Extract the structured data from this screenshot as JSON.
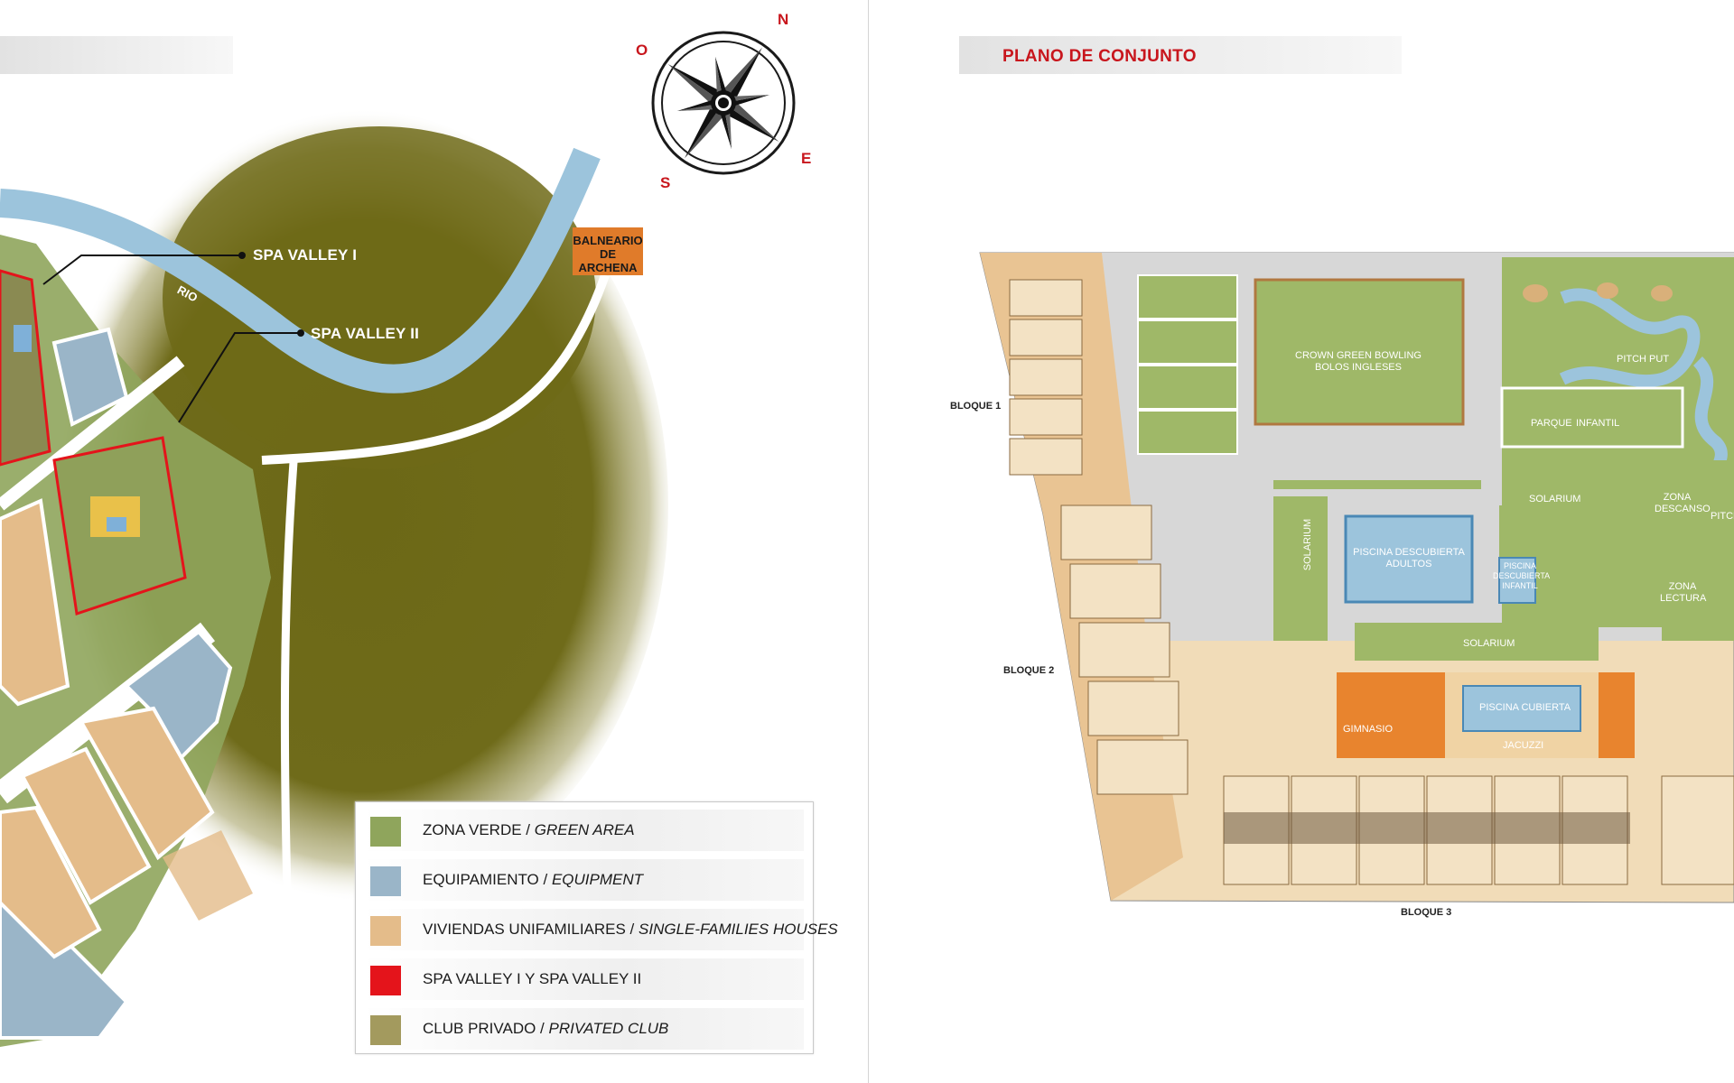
{
  "left_panel": {
    "title": "",
    "compass": {
      "north": "N",
      "south": "S",
      "east": "E",
      "west": "O"
    },
    "map_labels": {
      "spa_valley_1": "SPA VALLEY I",
      "spa_valley_2": "SPA VALLEY II",
      "river": "RIO",
      "balneario_line1": "BALNEARIO",
      "balneario_line2": "DE ARCHENA"
    },
    "legend": [
      {
        "label": "ZONA VERDE / ",
        "label_en": "GREEN AREA",
        "color": "#8fa55c"
      },
      {
        "label": "EQUIPAMIENTO / ",
        "label_en": "EQUIPMENT",
        "color": "#9ab5c8"
      },
      {
        "label": "VIVIENDAS UNIFAMILIARES / ",
        "label_en": "SINGLE-FAMILIES HOUSES",
        "color": "#e4bc8a"
      },
      {
        "label": "SPA VALLEY I Y SPA VALLEY II",
        "label_en": "",
        "color": "#e4141b"
      },
      {
        "label": "CLUB PRIVADO / ",
        "label_en": "PRIVATED CLUB",
        "color": "#a39a5e"
      }
    ]
  },
  "right_panel": {
    "title": "PLANO DE CONJUNTO",
    "blocks": {
      "bloque1": "BLOQUE 1",
      "bloque2": "BLOQUE 2",
      "bloque3": "BLOQUE 3"
    },
    "zones": {
      "bowling_1": "CROWN GREEN BOWLING",
      "bowling_2": "BOLOS INGLESES",
      "pitch_put": "PITCH PUT",
      "pitch": "PITCH",
      "parque": "PARQUE",
      "infantil": "INFANTIL",
      "zona_descanso_1": "ZONA",
      "zona_descanso_2": "DESCANSO",
      "zona_lectura_1": "ZONA",
      "zona_lectura_2": "LECTURA",
      "solarium_left": "SOLARIUM",
      "solarium_top": "SOLARIUM",
      "solarium_bottom": "SOLARIUM",
      "piscina_adultos_1": "PISCINA DESCUBIERTA",
      "piscina_adultos_2": "ADULTOS",
      "piscina_infantil_1": "PISCINA",
      "piscina_infantil_2": "DESCUBIERTA",
      "piscina_infantil_3": "INFANTIL",
      "gimnasio": "GIMNASIO",
      "piscina_cubierta": "PISCINA CUBIERTA",
      "jacuzzi": "JACUZZI"
    }
  },
  "colors": {
    "accent_red": "#c8161d",
    "olive": "#6e6a16",
    "river": "#9cc4dc",
    "green_area": "#8fa55c",
    "house": "#e4bc8a",
    "plan_green": "#9fb868",
    "plan_orange": "#e8842e"
  }
}
